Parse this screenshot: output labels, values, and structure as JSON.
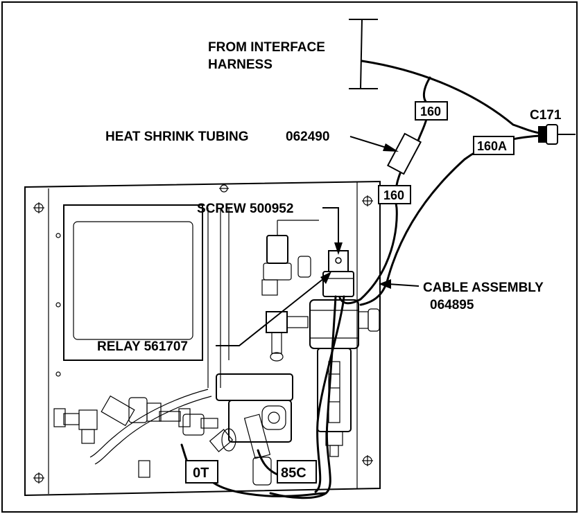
{
  "callouts": {
    "interface_harness_line1": "FROM INTERFACE",
    "interface_harness_line2": "HARNESS",
    "heat_shrink": "HEAT SHRINK TUBING",
    "heat_shrink_part": "062490",
    "screw": "SCREW 500952",
    "cable_assembly_line1": "CABLE ASSEMBLY",
    "cable_assembly_line2": "064895",
    "relay": "RELAY 561707",
    "connector": "C171"
  },
  "wire_labels": {
    "w160_top": "160",
    "w160_lower": "160",
    "w160a": "160A",
    "w0t": "0T",
    "w85c": "85C"
  }
}
